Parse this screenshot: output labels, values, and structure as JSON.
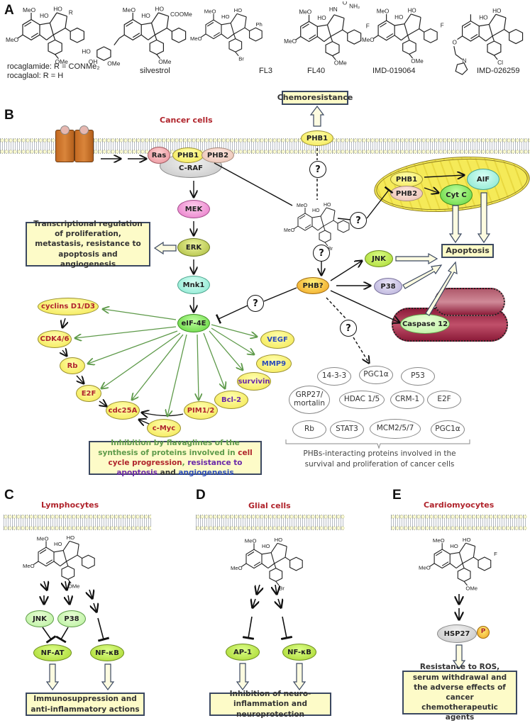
{
  "panels": {
    "A": {
      "letter": "A",
      "compounds": [
        {
          "name": "rocaglamide: R = CONMe₂",
          "name2": "rocaglaol: R = H",
          "substituents": [
            "MeO",
            "MeO",
            "HO",
            "HO",
            "R",
            "OMe"
          ]
        },
        {
          "name": "silvestrol",
          "substituents": [
            "MeO",
            "HO",
            "HO",
            "COOMe",
            "HO",
            "OH",
            "OMe",
            "OMe"
          ]
        },
        {
          "name": "FL3",
          "substituents": [
            "MeO",
            "HO",
            "HO",
            "MeO",
            "Ph",
            "Br"
          ]
        },
        {
          "name": "FL40",
          "substituents": [
            "MeO",
            "HO",
            "MeO",
            "HN",
            "NH₂",
            "O",
            "F",
            "OMe"
          ]
        },
        {
          "name": "IMD-019064",
          "substituents": [
            "MeO",
            "HO",
            "HO",
            "MeO",
            "F",
            "OMe"
          ]
        },
        {
          "name": "IMD-026259",
          "substituents": [
            "HO",
            "HO",
            "O",
            "N",
            "Cl"
          ]
        }
      ]
    },
    "B": {
      "letter": "B",
      "title": "Cancer cells",
      "nodes": {
        "ras": "Ras",
        "phb1": "PHB1",
        "phb2": "PHB2",
        "craf": "C-RAF",
        "mek": "MEK",
        "erk": "ERK",
        "mnk1": "Mnk1",
        "eif4e": "eIF-4E",
        "phb1_membrane": "PHB1",
        "phb_q": "PHB?",
        "mito_phb1": "PHB1",
        "mito_phb2": "PHB2",
        "aif": "AIF",
        "cytc": "Cyt C",
        "jnk": "JNK",
        "p38": "P38",
        "caspase12": "Caspase 12",
        "question": "?"
      },
      "boxes": {
        "chemoresistance": "Chemoresistance",
        "transcriptional": "Transcriptional regulation of proliferation, metastasis, resistance to apoptosis and angiogenesis",
        "apoptosis": "Apoptosis"
      },
      "eif4e_targets": [
        {
          "label": "cyclins D1/D3",
          "group": "cell-cycle"
        },
        {
          "label": "CDK4/6",
          "group": "cell-cycle"
        },
        {
          "label": "Rb",
          "group": "cell-cycle"
        },
        {
          "label": "E2F",
          "group": "cell-cycle"
        },
        {
          "label": "cdc25A",
          "group": "cell-cycle"
        },
        {
          "label": "c-Myc",
          "group": "cell-cycle"
        },
        {
          "label": "PIM1/2",
          "group": "cell-cycle"
        },
        {
          "label": "Bcl-2",
          "group": "apoptosis"
        },
        {
          "label": "survivin",
          "group": "apoptosis"
        },
        {
          "label": "MMP9",
          "group": "angiogenesis"
        },
        {
          "label": "VEGF",
          "group": "angiogenesis"
        }
      ],
      "inhibition_box": {
        "part1": "Inhibition by flavaglines of the synthesis of proteins involved in ",
        "cell_cycle": "cell cycle progression",
        "comma": ",",
        "resistance": "resistance to apoptosis",
        "and": " and ",
        "angiogenesis": "angiogenesis"
      },
      "phb_interactors": [
        "14-3-3",
        "PGC1α",
        "P53",
        "GRP27/ mortalin",
        "HDAC 1/5",
        "CRM-1",
        "E2F",
        "Rb",
        "STAT3",
        "MCM2/5/7",
        "PGC1α"
      ],
      "interactors_caption": "PHBs-interacting proteins involved in the survival and proliferation of cancer cells",
      "central_compound": {
        "substituents": [
          "MeO",
          "HO",
          "HO",
          "MeO",
          "Br"
        ]
      }
    },
    "C": {
      "letter": "C",
      "title": "Lymphocytes",
      "nodes": {
        "jnk": "JNK",
        "p38": "P38",
        "nfat": "NF-AT",
        "nfkb": "NF-κB"
      },
      "box": "Immunosuppression and anti-inflammatory actions",
      "compound": {
        "substituents": [
          "MeO",
          "HO",
          "HO",
          "MeO",
          "OMe"
        ]
      }
    },
    "D": {
      "letter": "D",
      "title": "Glial cells",
      "nodes": {
        "ap1": "AP-1",
        "nfkb": "NF-κB"
      },
      "box": "Inhibition of neuro-inflammation and neuroprotection",
      "compound": {
        "substituents": [
          "MeO",
          "HO",
          "HO",
          "MeO",
          "Br"
        ]
      }
    },
    "E": {
      "letter": "E",
      "title": "Cardiomyocytes",
      "nodes": {
        "hsp27": "HSP27",
        "p": "P"
      },
      "box": "Resistance to ROS, serum withdrawal and the adverse effects of cancer chemotherapeutic agents",
      "compound": {
        "substituents": [
          "MeO",
          "HO",
          "HO",
          "MeO",
          "F",
          "OMe"
        ]
      }
    }
  },
  "colors": {
    "cell_title": "#b0242c",
    "cell_cycle_text": "#b0242c",
    "apoptosis_text": "#6a28a8",
    "angiogenesis_text": "#2c4cb8",
    "inhibition_green": "#5e9a4a",
    "box_fill": "#fdfbc8",
    "box_border": "#3b4860"
  }
}
